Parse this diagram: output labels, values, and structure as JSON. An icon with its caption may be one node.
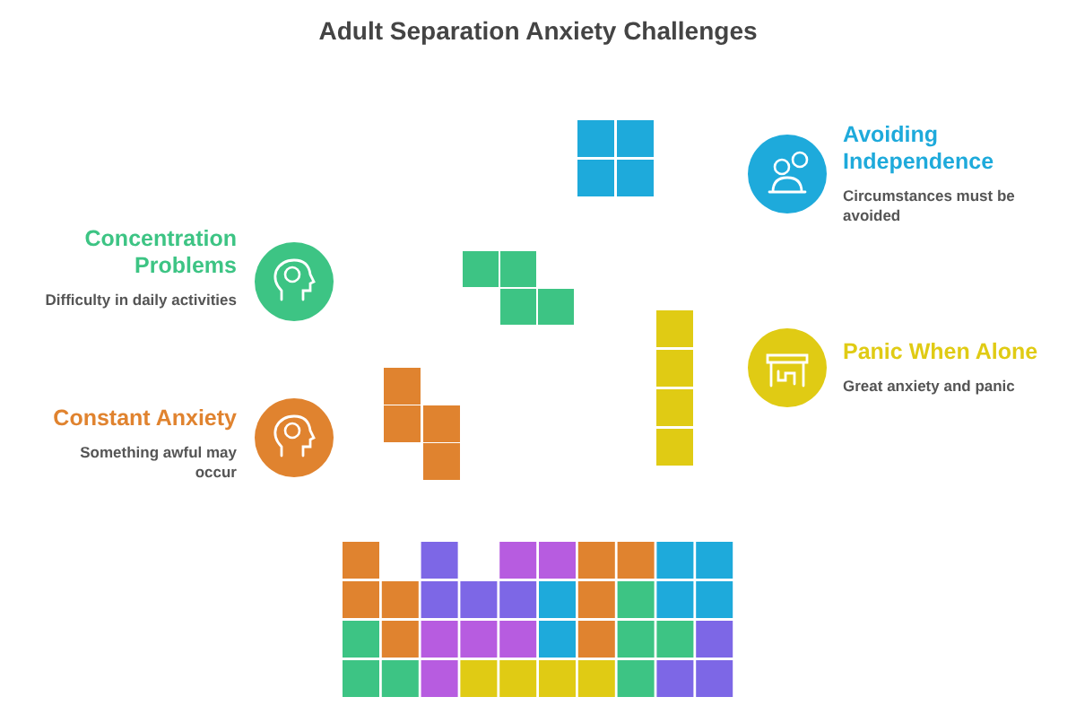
{
  "diagram": {
    "title": "Adult Separation Anxiety Challenges",
    "nodes": [
      {
        "text": [
          "Avoiding Independence",
          "Circumstances must be avoided"
        ]
      },
      {
        "text": [
          "Concentration Problems",
          "Difficulty in daily activities"
        ]
      },
      {
        "text": [
          "Panic When Alone",
          "Great anxiety and panic"
        ]
      },
      {
        "text": [
          "Constant Anxiety",
          "Something awful may occur"
        ]
      }
    ]
  }
}
